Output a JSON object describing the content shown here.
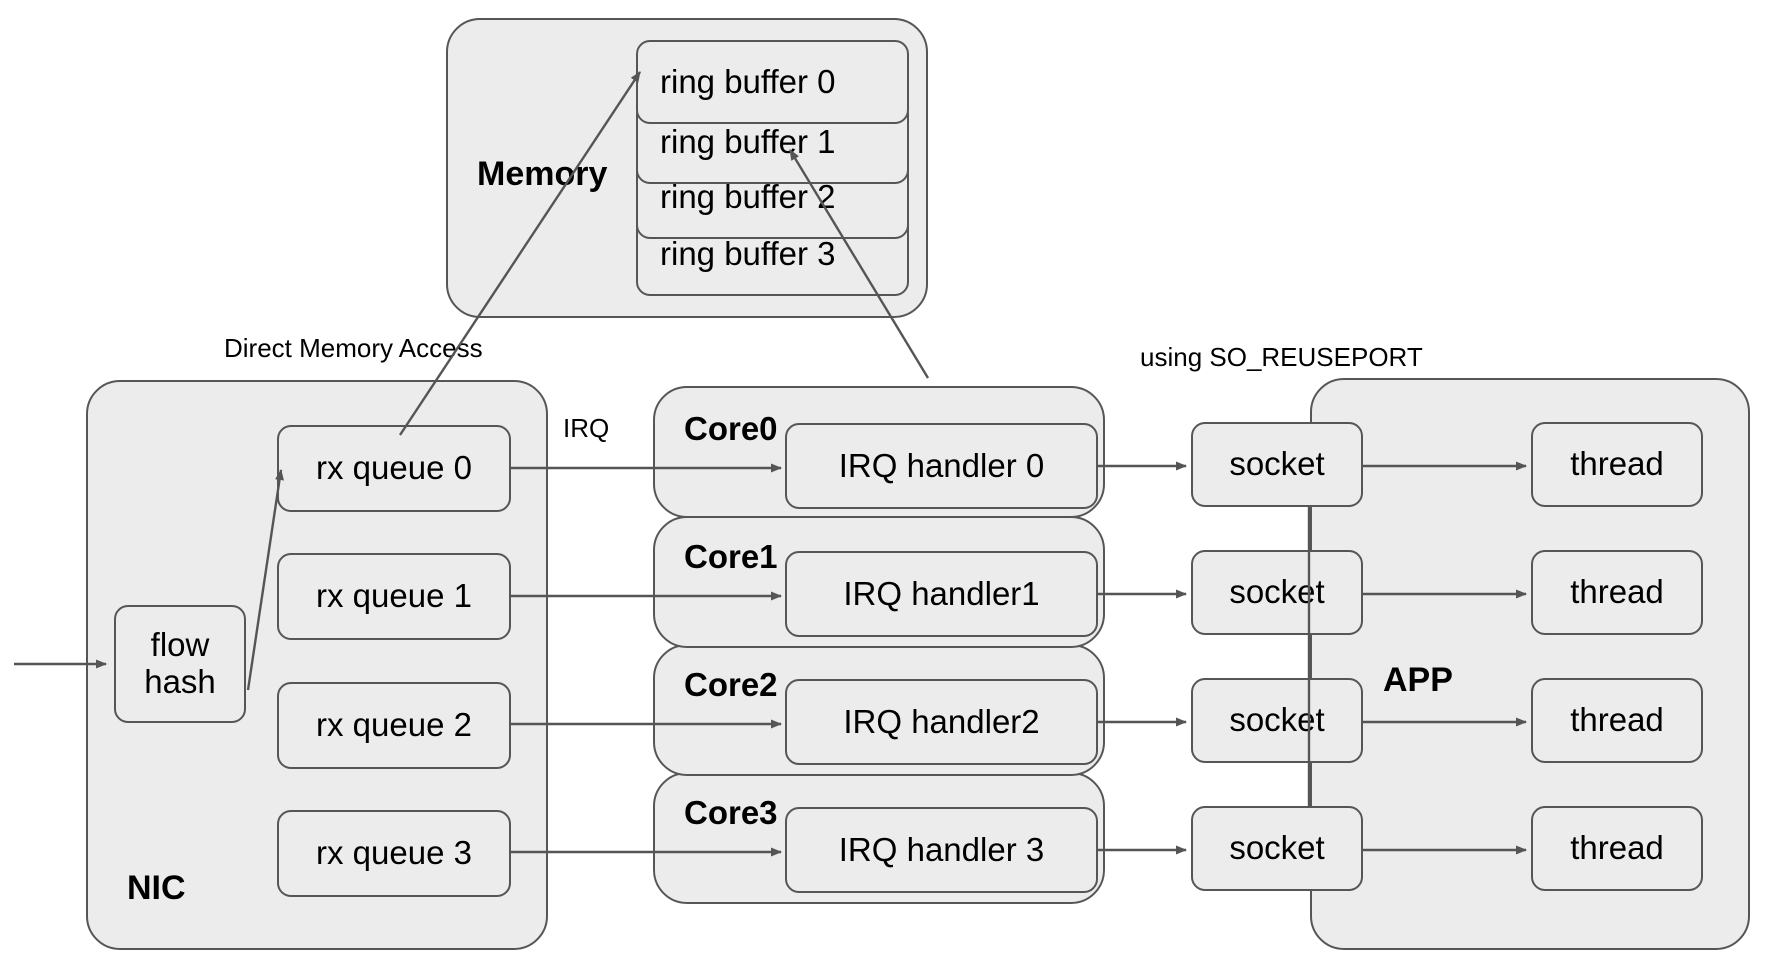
{
  "diagram": {
    "title": "NIC RSS multi-queue packet path to application threads",
    "colors": {
      "box_fill": "#ececec",
      "box_stroke": "#565656",
      "arrow": "#555555",
      "text": "#000000",
      "background": "#ffffff"
    }
  },
  "memory": {
    "label": "Memory",
    "ring_buffers": [
      {
        "label": "ring buffer 0"
      },
      {
        "label": "ring buffer 1"
      },
      {
        "label": "ring buffer 2"
      },
      {
        "label": "ring buffer 3"
      }
    ]
  },
  "nic": {
    "label": "NIC",
    "flow_hash": "flow\nhash",
    "rx_queues": [
      {
        "label": "rx queue 0"
      },
      {
        "label": "rx queue 1"
      },
      {
        "label": "rx queue 2"
      },
      {
        "label": "rx queue 3"
      }
    ]
  },
  "cores": [
    {
      "label": "Core0",
      "handler": "IRQ handler 0"
    },
    {
      "label": "Core1",
      "handler": "IRQ handler1"
    },
    {
      "label": "Core2",
      "handler": "IRQ handler2"
    },
    {
      "label": "Core3",
      "handler": "IRQ handler 3"
    }
  ],
  "app": {
    "label": "APP",
    "sockets": [
      {
        "label": "socket"
      },
      {
        "label": "socket"
      },
      {
        "label": "socket"
      },
      {
        "label": "socket"
      }
    ],
    "threads": [
      {
        "label": "thread"
      },
      {
        "label": "thread"
      },
      {
        "label": "thread"
      },
      {
        "label": "thread"
      }
    ]
  },
  "annotations": {
    "dma": "Direct Memory Access",
    "irq": "IRQ",
    "reuseport": "using SO_REUSEPORT"
  }
}
